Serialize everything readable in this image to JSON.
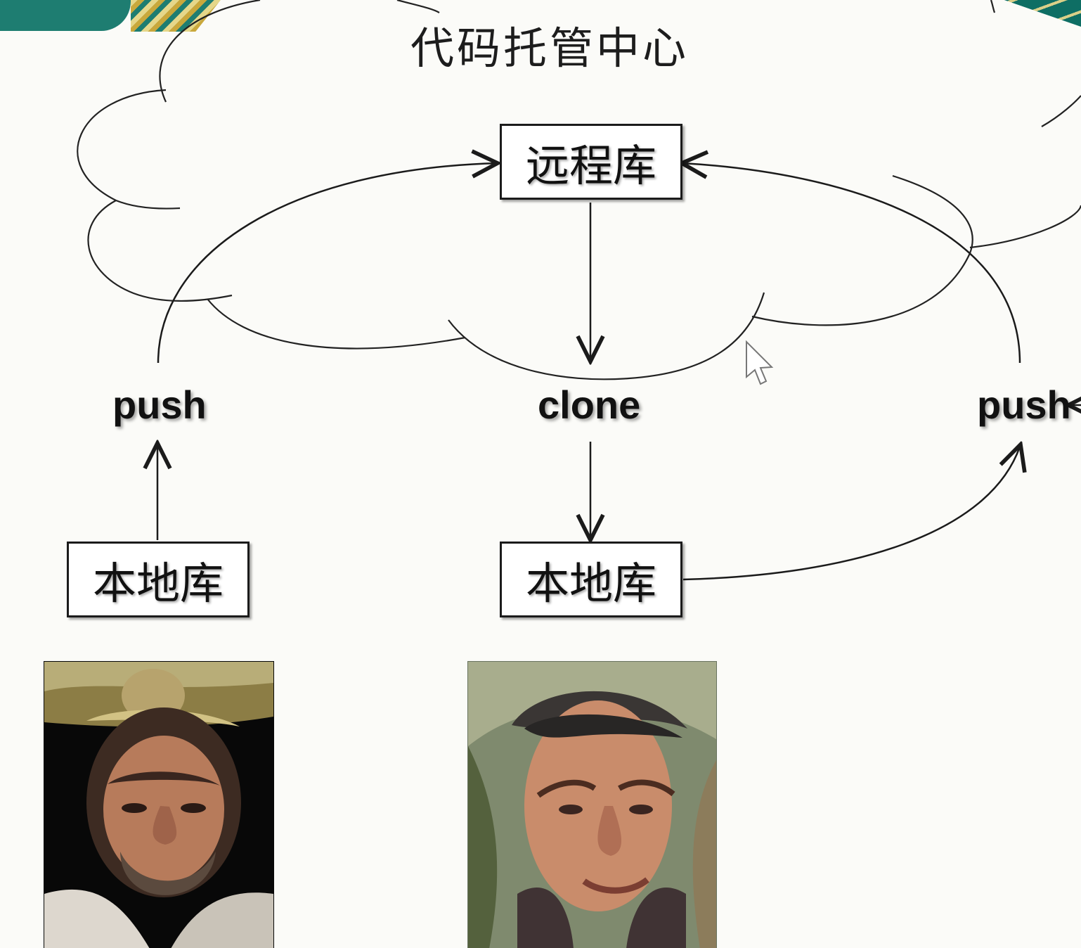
{
  "diagram": {
    "title": "代码托管中心",
    "remote_repo": "远程库",
    "left_local_repo": "本地库",
    "middle_local_repo": "本地库",
    "actions": {
      "left_push": "push",
      "clone": "clone",
      "right_push": "push"
    }
  },
  "colors": {
    "background": "#fbfbf8",
    "line": "#1b1b1b",
    "teal_accent": "#1e7d71"
  },
  "icons": {
    "cursor": "mouse-pointer-icon",
    "left_portrait": "bearded-man-portrait",
    "middle_portrait": "young-man-portrait"
  }
}
